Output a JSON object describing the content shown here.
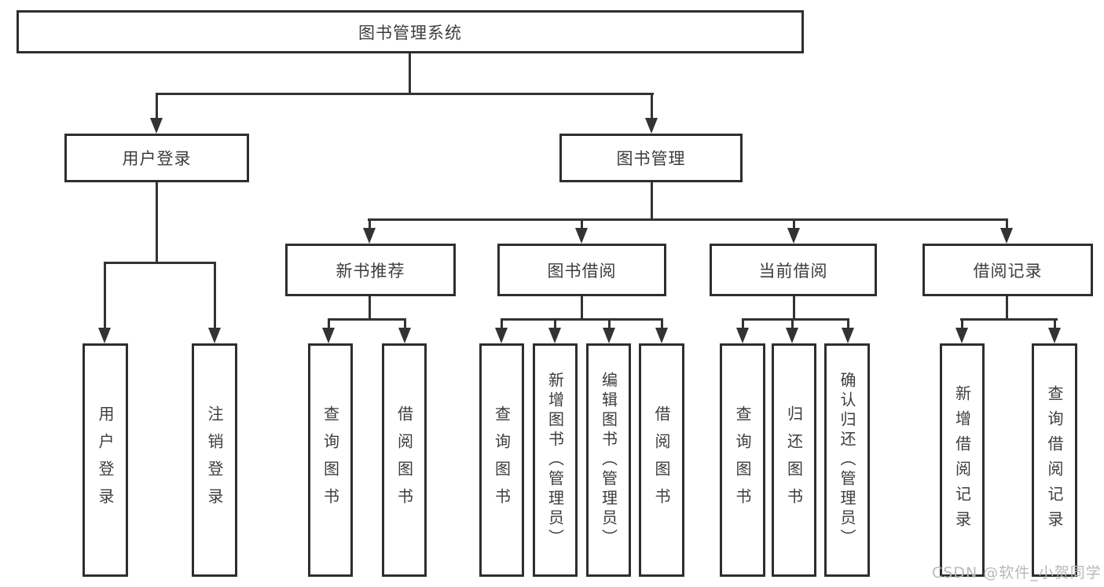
{
  "diagram_type": "hierarchy-tree",
  "tree": {
    "root": {
      "label": "图书管理系统"
    },
    "level2": [
      {
        "label": "用户登录"
      },
      {
        "label": "图书管理"
      }
    ],
    "level3": [
      {
        "label": "新书推荐",
        "parent": "图书管理"
      },
      {
        "label": "图书借阅",
        "parent": "图书管理"
      },
      {
        "label": "当前借阅",
        "parent": "图书管理"
      },
      {
        "label": "借阅记录",
        "parent": "图书管理"
      }
    ],
    "leaves": [
      {
        "label": "用户登录",
        "parent": "用户登录"
      },
      {
        "label": "注销登录",
        "parent": "用户登录"
      },
      {
        "label": "查询图书",
        "parent": "新书推荐"
      },
      {
        "label": "借阅图书",
        "parent": "新书推荐"
      },
      {
        "label": "查询图书",
        "parent": "图书借阅"
      },
      {
        "label": "新增图书（管理员）",
        "parent": "图书借阅"
      },
      {
        "label": "编辑图书（管理员）",
        "parent": "图书借阅"
      },
      {
        "label": "借阅图书",
        "parent": "图书借阅"
      },
      {
        "label": "查询图书",
        "parent": "当前借阅"
      },
      {
        "label": "归还图书",
        "parent": "当前借阅"
      },
      {
        "label": "确认归还（管理员）",
        "parent": "当前借阅"
      },
      {
        "label": "新增借阅记录",
        "parent": "借阅记录"
      },
      {
        "label": "查询借阅记录",
        "parent": "借阅记录"
      }
    ]
  },
  "watermark": "CSDN @软件_小贺同学",
  "colors": {
    "line": "#333333",
    "box_border": "#2e2e2e",
    "text": "#3d3d3d",
    "watermark": "#b9b9b9",
    "background": "#ffffff"
  }
}
